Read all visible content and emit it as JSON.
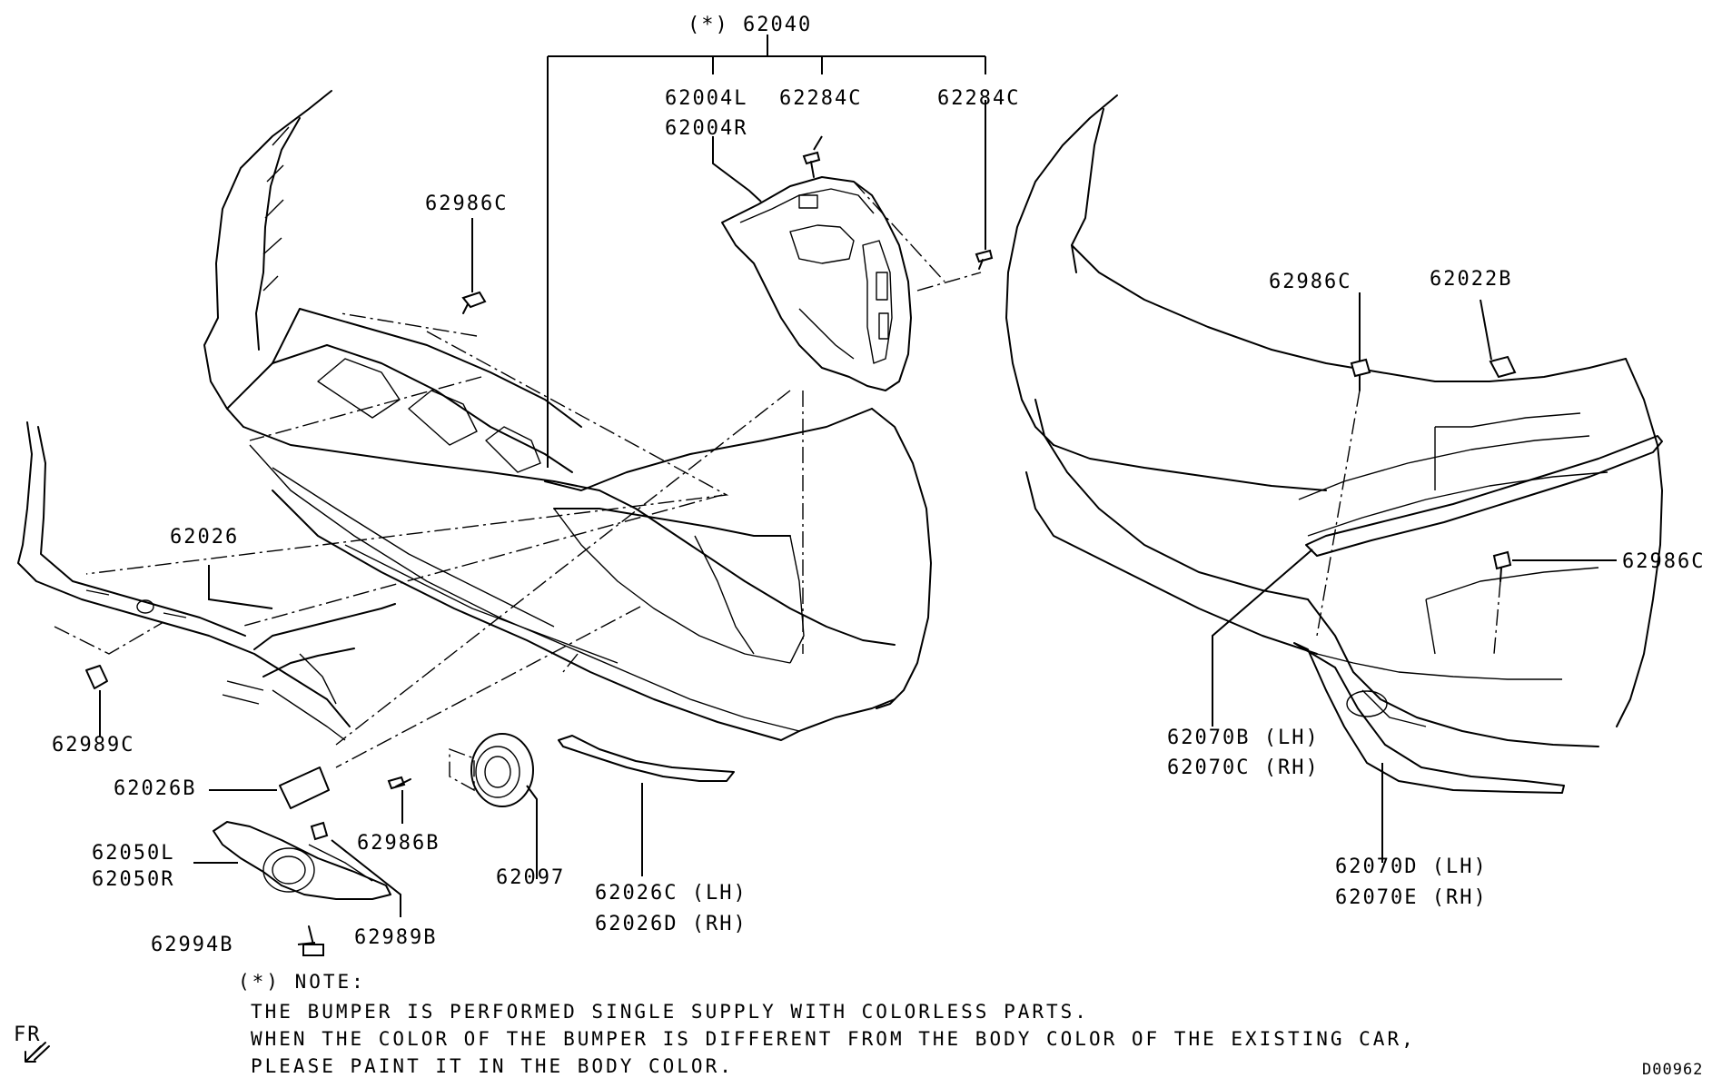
{
  "labels": {
    "top_assembly": "(*) 62040",
    "p62004": [
      "62004L",
      "62004R"
    ],
    "p62284c_left": "62284C",
    "p62284c_right": "62284C",
    "p62986c_front": "62986C",
    "p62026": "62026",
    "p62989c": "62989C",
    "p62026b": "62026B",
    "p62986b": "62986B",
    "p62097": "62097",
    "p62050": [
      "62050L",
      "62050R"
    ],
    "p62994b": "62994B",
    "p62989b": "62989B",
    "p62026cd": [
      "62026C (LH)",
      "62026D (RH)"
    ],
    "p62986c_rear_top": "62986C",
    "p62022b": "62022B",
    "p62986c_rear_side": "62986C",
    "p62070bc": [
      "62070B (LH)",
      "62070C (RH)"
    ],
    "p62070de": [
      "62070D (LH)",
      "62070E (RH)"
    ]
  },
  "note": {
    "heading": "(*) NOTE:",
    "lines": [
      "THE BUMPER IS PERFORMED SINGLE SUPPLY WITH COLORLESS PARTS.",
      "WHEN THE COLOR OF THE BUMPER IS DIFFERENT FROM THE BODY COLOR OF THE EXISTING CAR,",
      "PLEASE PAINT IT IN THE BODY COLOR."
    ]
  },
  "direction": "FR",
  "diagram_code": "D00962"
}
